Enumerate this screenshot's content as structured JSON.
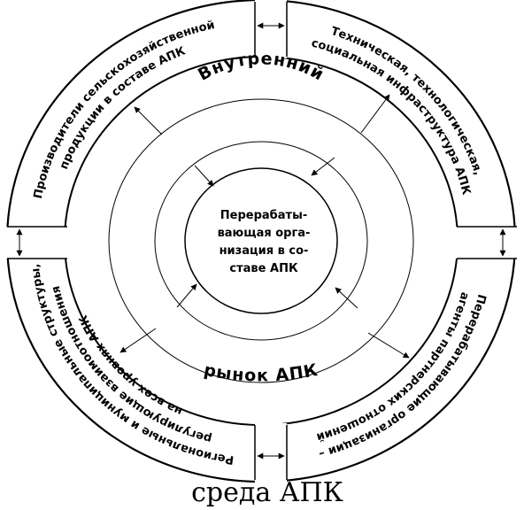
{
  "diagram": {
    "center_lines": [
      "Перерабаты-",
      "вающая орга-",
      "низация в со-",
      "ставе АПК"
    ],
    "inner_ring_top": "Внутренний",
    "inner_ring_bottom": "рынок АПК",
    "sectors": {
      "top_left": [
        "Производители сельскохозяйственной",
        "продукции в составе АПК"
      ],
      "top_right": [
        "Техническая, технологическая,",
        "социальная инфраструктура АПК"
      ],
      "bottom_right": [
        "Перерабатывающие организации –",
        "агенты партнерских отношений"
      ],
      "bottom_left": [
        "Региональные и муниципальные структуры,",
        "регулирующие взаимоотношения",
        "на всех уровнях АПК"
      ]
    },
    "caption": "среда АПК"
  }
}
